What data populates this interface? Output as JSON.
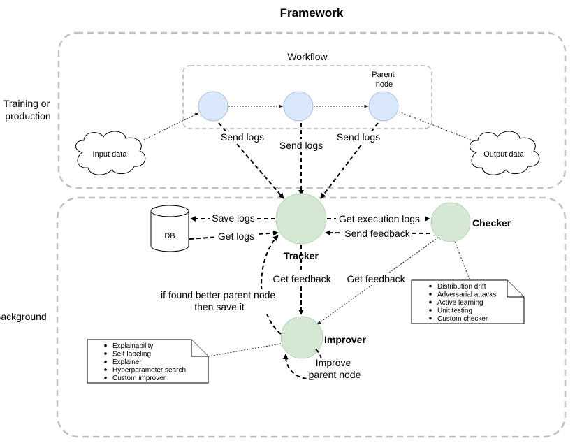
{
  "title": "Framework",
  "outer_top_label": "Training or production",
  "outer_bottom_label": "Background",
  "workflow": {
    "label": "Workflow",
    "parent_node_label": "Parent node"
  },
  "clouds": {
    "input": "Input data",
    "output": "Output data"
  },
  "edges": {
    "send_logs": "Send logs",
    "save_logs": "Save logs",
    "get_logs": "Get logs",
    "get_execution_logs": "Get execution logs",
    "send_feedback": "Send feedback",
    "get_feedback": "Get feedback",
    "if_found": "if found better parent node",
    "then_save": "then save it",
    "improve": "Improve",
    "parent_node": "parent node"
  },
  "nodes": {
    "db": "DB",
    "tracker": "Tracker",
    "checker": "Checker",
    "improver": "Improver"
  },
  "checker_notes": [
    "Distribution drift",
    "Adversarial attacks",
    "Active learning",
    "Unit testing",
    "Custom checker"
  ],
  "improver_notes": [
    "Explainability",
    "Self-labeling",
    "Explainer",
    "Hyperparameter search",
    "Custom improver"
  ],
  "colors": {
    "workflow_node": "#dae8fc",
    "background_node": "#d5e8d4",
    "frame_border": "#c0c0c0"
  }
}
